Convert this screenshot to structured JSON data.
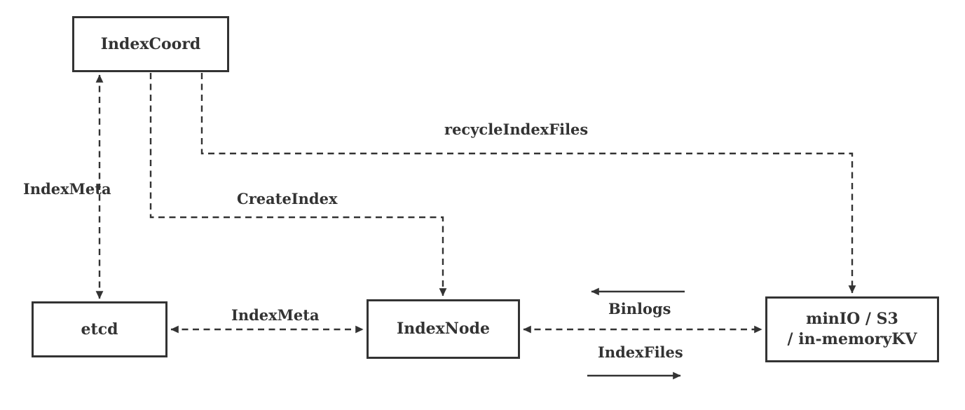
{
  "colors": {
    "ink": "#333333",
    "background": "#ffffff"
  },
  "nodes": {
    "indexcoord": {
      "label": "IndexCoord"
    },
    "etcd": {
      "label": "etcd"
    },
    "indexnode": {
      "label": "IndexNode"
    },
    "storage": {
      "line1": "minIO / S3",
      "line2": "/ in-memoryKV"
    }
  },
  "edges": {
    "index_meta_left": {
      "label": "IndexMeta"
    },
    "create_index": {
      "label": "CreateIndex"
    },
    "recycle_index_files": {
      "label": "recycleIndexFiles"
    },
    "index_meta_bottom": {
      "label": "IndexMeta"
    },
    "binlogs": {
      "label": "Binlogs"
    },
    "index_files": {
      "label": "IndexFiles"
    }
  }
}
